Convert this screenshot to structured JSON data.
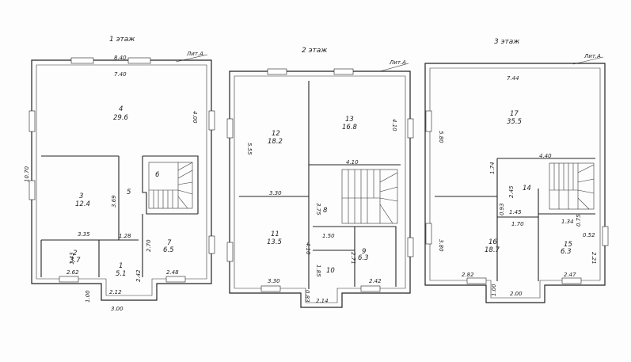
{
  "floors": [
    {
      "title": "1 этаж",
      "lit": "Лит.А",
      "rooms": [
        {
          "num": "4",
          "area": "29.6"
        },
        {
          "num": "6",
          "area": ""
        },
        {
          "num": "3",
          "area": "12.4"
        },
        {
          "num": "5",
          "area": ""
        },
        {
          "num": "7",
          "area": "6.5"
        },
        {
          "num": "2",
          "area": "3.7"
        },
        {
          "num": "1",
          "area": "5.1"
        }
      ],
      "dims": [
        "8.40",
        "7.40",
        "4.00",
        "10.70",
        "3.69",
        "3.35",
        "1.28",
        "2.70",
        "1.43",
        "2.62",
        "2.42",
        "2.48",
        "2.12",
        "1.00",
        "3.00"
      ]
    },
    {
      "title": "2 этаж",
      "lit": "Лит.А",
      "rooms": [
        {
          "num": "12",
          "area": "18.2"
        },
        {
          "num": "13",
          "area": "16.8"
        },
        {
          "num": "8",
          "area": ""
        },
        {
          "num": "11",
          "area": "13.5"
        },
        {
          "num": "9",
          "area": "6.3"
        },
        {
          "num": "10",
          "area": ""
        }
      ],
      "dims": [
        "5.55",
        "4.10",
        "4.10",
        "3.30",
        "3.75",
        "1.50",
        "4.10",
        "2.71",
        "3.30",
        "1.85",
        "2.42",
        "0.83",
        "2.14"
      ]
    },
    {
      "title": "3 этаж",
      "lit": "Лит.А",
      "rooms": [
        {
          "num": "17",
          "area": "35.5"
        },
        {
          "num": "14",
          "area": ""
        },
        {
          "num": "16",
          "area": "18.7"
        },
        {
          "num": "15",
          "area": "6.3"
        }
      ],
      "dims": [
        "7.44",
        "5.80",
        "4.40",
        "1.74",
        "2.45",
        "0.93",
        "1.45",
        "1.70",
        "1.34",
        "0.75",
        "0.52",
        "3.80",
        "2.21",
        "2.82",
        "2.00",
        "2.47",
        "1.00"
      ]
    }
  ]
}
